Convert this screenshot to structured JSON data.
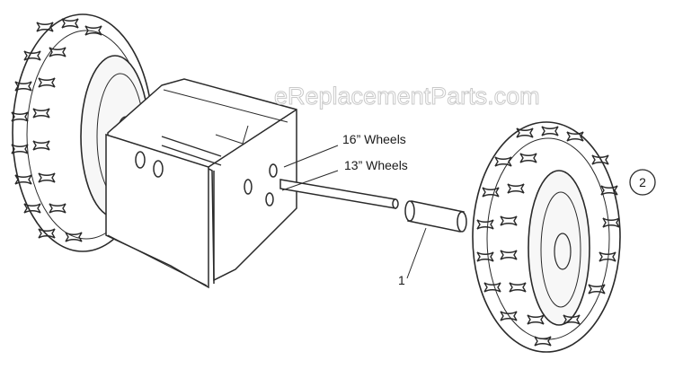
{
  "watermark": "eReplacementParts.com",
  "callouts": {
    "wheels_16": "16” Wheels",
    "wheels_13": "13” Wheels",
    "part_1": "1",
    "part_2": "2"
  },
  "colors": {
    "line": "#2a2a2a",
    "watermark": "#c9c9c9",
    "background": "#ffffff"
  }
}
